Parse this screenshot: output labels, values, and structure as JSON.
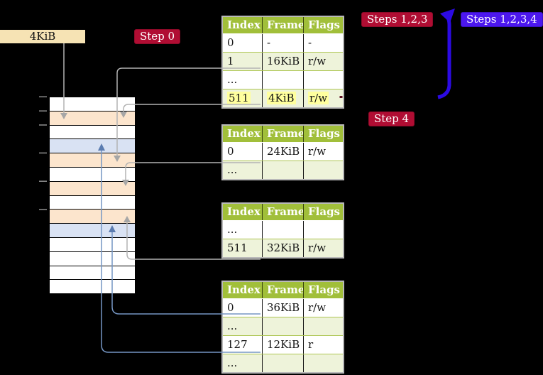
{
  "labels": {
    "frame_size_box": "4KiB",
    "step0": "Step 0",
    "steps123": "Steps 1,2,3",
    "steps1234": "Steps 1,2,3,4",
    "step4": "Step 4"
  },
  "colors": {
    "badge_crimson": "#b00d33",
    "badge_violet": "#4c17ee",
    "table_header_green": "#a1bf3a",
    "table_shade_green": "#eef3da",
    "highlight_yellow": "#ffff9e",
    "frame_peach": "#fce5cd",
    "frame_blue": "#d9e2f3",
    "label_box_wheat": "#f6e3b4",
    "connector_gray": "#b3b3b3",
    "connector_blue": "#7596c4",
    "loop_arrow_blue": "#2c0ae4"
  },
  "memory": {
    "rows": [
      "white",
      "peach",
      "white",
      "blue",
      "peach",
      "white",
      "peach",
      "white",
      "peach",
      "blue",
      "white",
      "white",
      "white",
      "white"
    ]
  },
  "tables": [
    {
      "headers": [
        "Index",
        "Frame",
        "Flags"
      ],
      "rows": [
        {
          "cells": [
            "0",
            "-",
            "-"
          ],
          "shade": false,
          "highlight": false
        },
        {
          "cells": [
            "1",
            "16KiB",
            "r/w"
          ],
          "shade": true,
          "highlight": false
        },
        {
          "cells": [
            "...",
            "",
            ""
          ],
          "shade": false,
          "highlight": false
        },
        {
          "cells": [
            "511",
            "4KiB",
            "r/w"
          ],
          "shade": true,
          "highlight": true
        }
      ]
    },
    {
      "headers": [
        "Index",
        "Frame",
        "Flags"
      ],
      "rows": [
        {
          "cells": [
            "0",
            "24KiB",
            "r/w"
          ],
          "shade": false,
          "highlight": false
        },
        {
          "cells": [
            "...",
            "",
            ""
          ],
          "shade": true,
          "highlight": false
        }
      ]
    },
    {
      "headers": [
        "Index",
        "Frame",
        "Flags"
      ],
      "rows": [
        {
          "cells": [
            "...",
            "",
            ""
          ],
          "shade": false,
          "highlight": false
        },
        {
          "cells": [
            "511",
            "32KiB",
            "r/w"
          ],
          "shade": true,
          "highlight": false
        }
      ]
    },
    {
      "headers": [
        "Index",
        "Frame",
        "Flags"
      ],
      "rows": [
        {
          "cells": [
            "0",
            "36KiB",
            "r/w"
          ],
          "shade": false,
          "highlight": false
        },
        {
          "cells": [
            "...",
            "",
            ""
          ],
          "shade": true,
          "highlight": false
        },
        {
          "cells": [
            "127",
            "12KiB",
            "r"
          ],
          "shade": false,
          "highlight": false
        },
        {
          "cells": [
            "...",
            "",
            ""
          ],
          "shade": true,
          "highlight": false
        }
      ]
    }
  ]
}
